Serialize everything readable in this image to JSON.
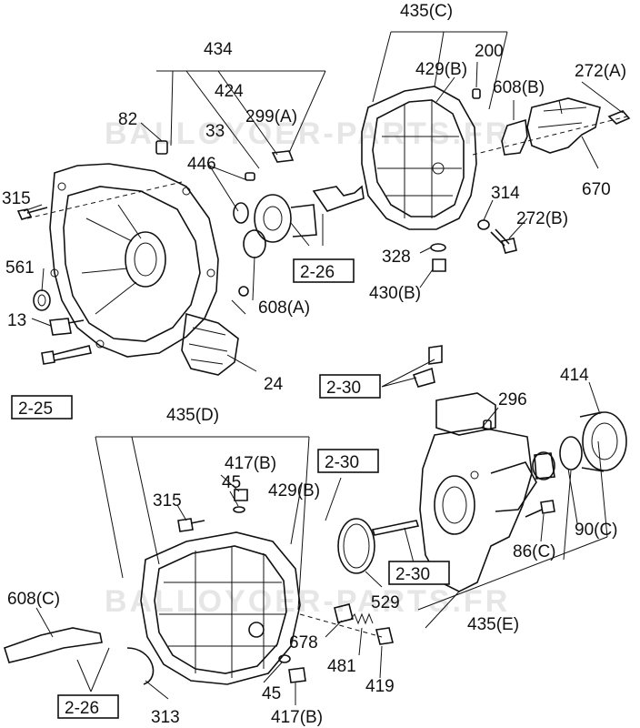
{
  "watermarks": [
    "BALLOYOER-PARTS.FR",
    "BALLOYOER-PARTS.FR"
  ],
  "labels": {
    "l435c": "435(C)",
    "l434": "434",
    "l200": "200",
    "l429b_top": "429(B)",
    "l424": "424",
    "l299a": "299(A)",
    "l272a": "272(A)",
    "l608b": "608(B)",
    "l82": "82",
    "l33": "33",
    "l446": "446",
    "l315_top": "315",
    "l314": "314",
    "l670": "670",
    "l272b": "272(B)",
    "l561": "561",
    "l328": "328",
    "l430b": "430(B)",
    "l13": "13",
    "l608a": "608(A)",
    "l24": "24",
    "l414": "414",
    "l296": "296",
    "l435d": "435(D)",
    "l417b_top": "417(B)",
    "l45_top": "45",
    "l429b_bot": "429(B)",
    "l315_bot": "315",
    "l90c": "90(C)",
    "l86c": "86(C)",
    "l608c": "608(C)",
    "l529": "529",
    "l678": "678",
    "l435e": "435(E)",
    "l481": "481",
    "l419": "419",
    "l45_bot": "45",
    "l313": "313",
    "l417b_bot": "417(B)"
  },
  "refs": {
    "r226_top": "2-26",
    "r225": "2-25",
    "r230_a": "2-30",
    "r230_b": "2-30",
    "r230_c": "2-30",
    "r226_bot": "2-26"
  }
}
